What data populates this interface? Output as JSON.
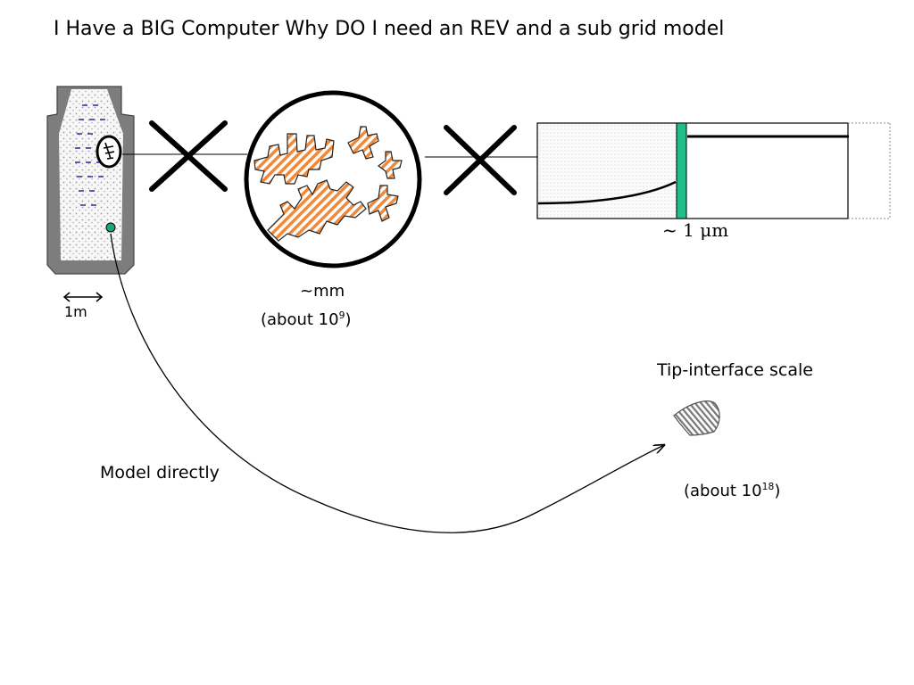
{
  "title": "I Have a BIG Computer Why DO I need an REV and a sub grid model",
  "labels": {
    "scale_1m": "1m",
    "mm": "~mm",
    "about9_prefix": "(about 10",
    "about9_exp": "9",
    "about9_suffix": ")",
    "micron": "~ 1 μm",
    "tip_interface": "Tip-interface scale",
    "about18_prefix": "(about 10",
    "about18_exp": "18",
    "about18_suffix": ")",
    "model_directly": "Model directly"
  },
  "colors": {
    "ingot_wall": "#7d7d7d",
    "dendrite": "#f08a3a",
    "interface_band": "#1fbf8c",
    "marker_dot": "#19a874",
    "liquid_dash": "#1a1aa8",
    "line": "#000000"
  }
}
